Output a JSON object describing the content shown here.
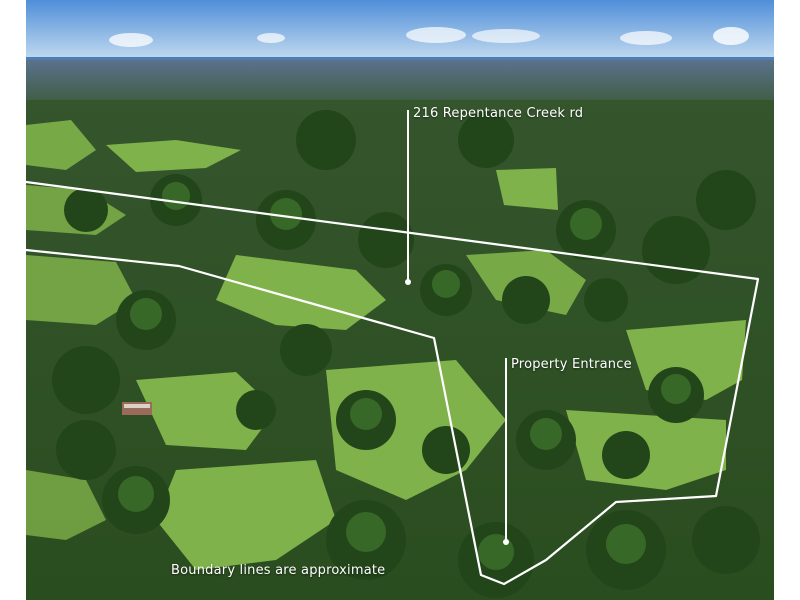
{
  "annotations": {
    "address_label": "216 Repentance Creek rd",
    "entrance_label": "Property Entrance",
    "disclaimer": "Boundary lines are approximate"
  },
  "colors": {
    "sky_top": "#4f8ed9",
    "sky_bottom": "#bcd7ee",
    "forest": "#2f5a24",
    "pasture": "#7fb24a",
    "boundary_line": "#ffffff"
  }
}
